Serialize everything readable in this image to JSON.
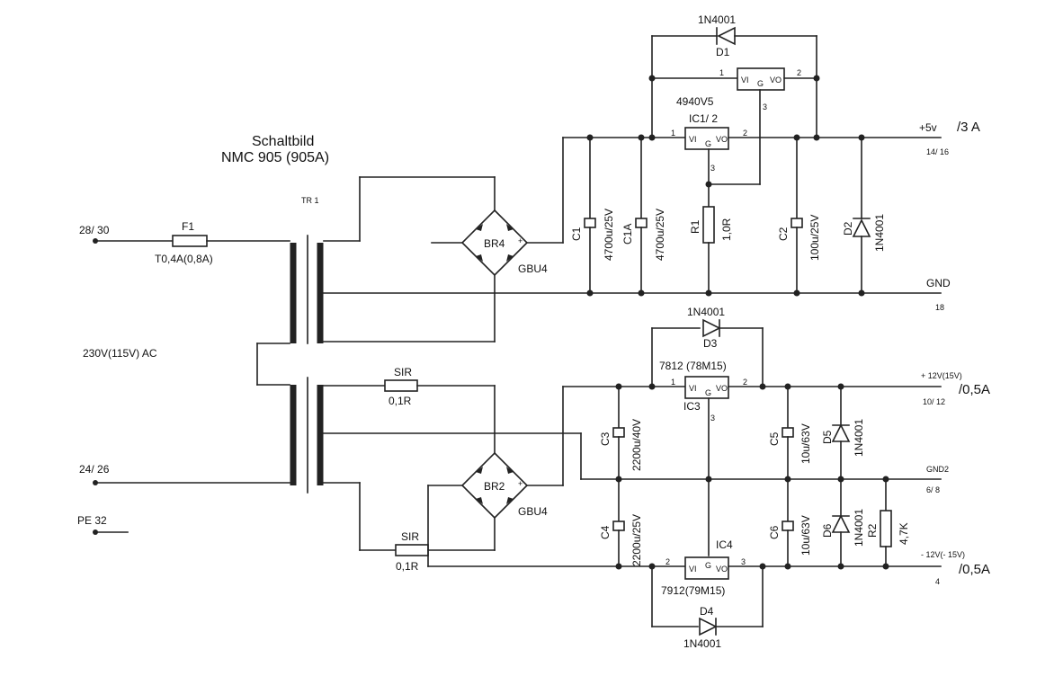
{
  "title": {
    "line1": "Schaltbild",
    "line2": "NMC 905 (905A)"
  },
  "transformer": {
    "ref": "TR 1",
    "primary_voltage": "230V(115V) AC"
  },
  "pins": {
    "primary_a": "28/ 30",
    "primary_b": "24/ 26",
    "pe": "PE  32",
    "out_5v_pin": "14/ 16",
    "gnd_pin": "18",
    "out_12v_pin": "10/ 12",
    "gnd2_pin": "6/ 8",
    "out_neg12v_pin": "4"
  },
  "rails": {
    "out_5v": "+5v",
    "out_5v_current": "/3 A",
    "gnd": "GND",
    "out_12v": "+ 12V(15V)",
    "out_12v_current": "/0,5A",
    "gnd2": "GND2",
    "out_neg12v": "- 12V(- 15V)",
    "out_neg12v_current": "/0,5A"
  },
  "components": {
    "f1": {
      "ref": "F1",
      "value": "T0,4A(0,8A)"
    },
    "br4": {
      "ref": "BR4",
      "type": "GBU4"
    },
    "br2": {
      "ref": "BR2",
      "type": "GBU4"
    },
    "sir_top": {
      "ref": "SIR",
      "value": "0,1R"
    },
    "sir_bottom": {
      "ref": "SIR",
      "value": "0,1R"
    },
    "c1": {
      "ref": "C1",
      "value": "4700u/25V"
    },
    "c1a": {
      "ref": "C1A",
      "value": "4700u/25V"
    },
    "r1": {
      "ref": "R1",
      "value": "1,0R"
    },
    "c2": {
      "ref": "C2",
      "value": "100u/25V"
    },
    "d2": {
      "ref": "D2",
      "value": "1N4001"
    },
    "d1": {
      "ref": "D1",
      "value": "1N4001"
    },
    "ic_aux": {
      "part": "4940V5"
    },
    "ic1": {
      "ref": "IC1/ 2"
    },
    "d3": {
      "ref": "D3",
      "value": "1N4001"
    },
    "ic3": {
      "ref": "IC3",
      "part": "7812 (78M15)"
    },
    "c3": {
      "ref": "C3",
      "value": "2200u/40V"
    },
    "c5": {
      "ref": "C5",
      "value": "10u/63V"
    },
    "d5": {
      "ref": "D5",
      "value": "1N4001"
    },
    "c4": {
      "ref": "C4",
      "value": "2200u/25V"
    },
    "c6": {
      "ref": "C6",
      "value": "10u/63V"
    },
    "d6": {
      "ref": "D6",
      "value": "1N4001"
    },
    "r2": {
      "ref": "R2",
      "value": "4,7K"
    },
    "ic4": {
      "ref": "IC4",
      "part": "7912(79M15)"
    },
    "d4": {
      "ref": "D4",
      "value": "1N4001"
    }
  },
  "ic_pins": {
    "vi": "VI",
    "g": "G",
    "vo": "VO",
    "p1": "1",
    "p2": "2",
    "p3": "3"
  },
  "bridge_marks": {
    "plus": "+",
    "minus": "-"
  }
}
